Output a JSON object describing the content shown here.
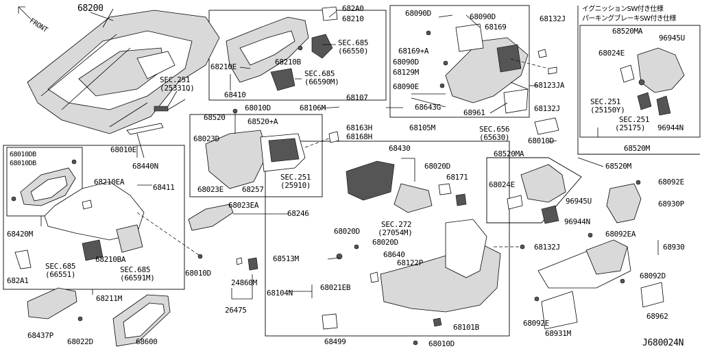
{
  "diagram_id": "J680024N",
  "front_label": "FRONT",
  "option_header": {
    "line1": "イグニッションSW付き仕様",
    "line2": "パーキングブレーキSW付き仕様"
  },
  "labels": {
    "p68200": "68200",
    "p682A0": "682A0",
    "p68210": "68210",
    "sec685_66550_a": "SEC.685",
    "sec685_66550_b": "(66550)",
    "p68210E_top": "68210E",
    "p68210B": "68210B",
    "sec685_66590M_a": "SEC.685",
    "sec685_66590M_b": "(66590M)",
    "p68410": "68410",
    "sec251_25331Q_a": "SEC.251",
    "sec251_25331Q_b": "(25331Q)",
    "p68010D_a": "68010D",
    "p68520": "68520",
    "p68520A": "68520+A",
    "p68023D": "68023D",
    "p68023E": "68023E",
    "p68257": "68257",
    "sec251_25910_a": "SEC.251",
    "sec251_25910_b": "(25910)",
    "p68010E": "68010E",
    "p68440N": "68440N",
    "p68010DB_a": "68010DB",
    "p68010DB_b": "68010DB",
    "p68210EA": "68210EA",
    "p68411": "68411",
    "p68420M": "68420M",
    "sec685_66551_a": "SEC.685",
    "sec685_66551_b": "(66551)",
    "p68210BA": "68210BA",
    "sec685_66591M_a": "SEC.685",
    "sec685_66591M_b": "(66591M)",
    "p682A1": "682A1",
    "p68211M": "68211M",
    "p68437P": "68437P",
    "p68022D": "68022D",
    "p68600": "68600",
    "p68023EA": "68023EA",
    "p68246": "68246",
    "p68010D_b": "68010D",
    "p24860M": "24860M",
    "p26475": "26475",
    "p68090D_a": "68090D",
    "p68090D_b": "68090D",
    "p68169": "68169",
    "p68169A": "68169+A",
    "p68090D_c": "68090D",
    "p68129M": "68129M",
    "p68090E": "68090E",
    "p68107": "68107",
    "p68643G": "68643G",
    "p68961": "68961",
    "p68106M": "68106M",
    "p68132J_a": "68132J",
    "p68123JA": "68123JA",
    "p68132J_b": "68132J",
    "p68163H": "68163H",
    "p68168H": "68168H",
    "p68105M": "68105M",
    "sec656_a": "SEC.656",
    "sec656_b": "(65630)",
    "p68010D_c": "68010D",
    "p68430": "68430",
    "p68020D_a": "68020D",
    "p68171": "68171",
    "sec272_a": "SEC.272",
    "sec272_b": "(27054M)",
    "p68020D_b": "68020D",
    "p68020D_c": "68020D",
    "p68640": "68640",
    "p68513M": "68513M",
    "p68122P": "68122P",
    "p68104N": "68104N",
    "p68021EB": "68021EB",
    "p68101B": "68101B",
    "p68499": "68499",
    "p68010D_d": "68010D",
    "p68520MA_a": "68520MA",
    "p68024E_a": "68024E",
    "p96945U_a": "96945U",
    "sec251_25150Y_a": "SEC.251",
    "sec251_25150Y_b": "(25150Y)",
    "sec251_25175_a": "SEC.251",
    "sec251_25175_b": "(25175)",
    "p96944N_a": "96944N",
    "p68520M_a": "68520M",
    "p68520MA_b": "68520MA",
    "p68520M_b": "68520M",
    "p68024E_b": "68024E",
    "p96945U_b": "96945U",
    "p96944N_b": "96944N",
    "p68092E_a": "68092E",
    "p68930P": "68930P",
    "p68132J_c": "68132J",
    "p68092EA": "68092EA",
    "p68930": "68930",
    "p68092D": "68092D",
    "p68962": "68962",
    "p68092E_b": "68092E",
    "p68931M": "68931M"
  }
}
